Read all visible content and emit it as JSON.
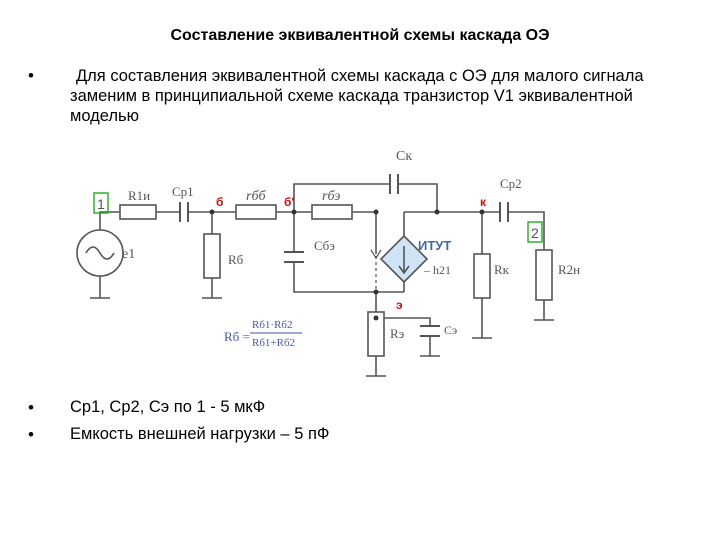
{
  "slide": {
    "title": "Составление эквивалентной схемы каскада ОЭ",
    "bullet_symbol": "•",
    "intro_text": "Для составления эквивалентной схемы каскада с ОЭ для малого сигнала заменим в принципиальной схеме каскада транзистор V1 эквивалентной моделью",
    "bottom_bullets": [
      "Ср1, Ср2, Сэ по 1 - 5 мкФ",
      "Емкость внешней нагрузки – 5 пФ"
    ]
  },
  "diagram": {
    "labels": {
      "ck": "Cк",
      "cp1": "Ср1",
      "cp2": "Ср2",
      "r1i": "R1и",
      "rbb": "rбб",
      "rbe": "rбэ",
      "cbe": "Cбэ",
      "e1": "e1",
      "rb": "Rб",
      "rk": "Rк",
      "r2n": "R2н",
      "re": "Rэ",
      "ce": "Cэ",
      "itut": "ИТУТ",
      "h21": "– h21",
      "node_b": "б",
      "node_b_prime": "б′",
      "node_k": "к",
      "node_e": "э",
      "port1": "1",
      "port2": "2",
      "formula_lhs": "Rб =",
      "formula_num": "Rб1·Rб2",
      "formula_den": "Rб1+Rб2"
    },
    "colors": {
      "wire": "#555555",
      "node_label": "#cc1111",
      "component_fill": "#ffffff",
      "port_box": "#22aa22",
      "formula": "#4455aa"
    }
  }
}
